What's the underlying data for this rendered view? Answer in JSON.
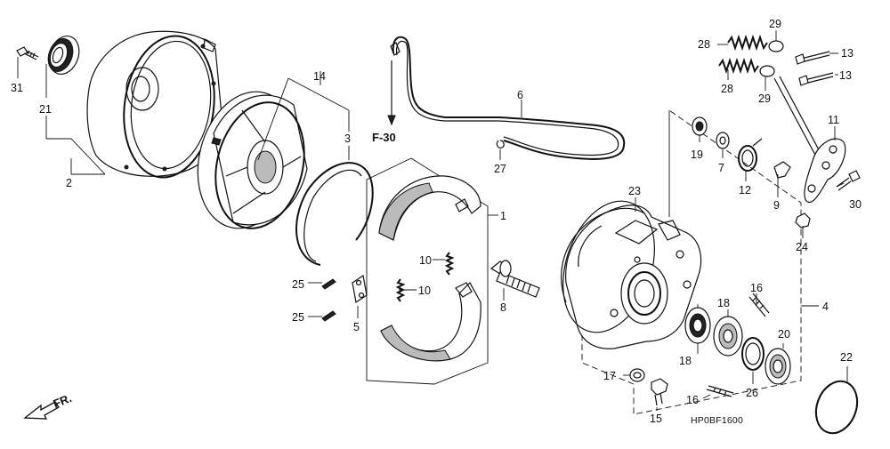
{
  "diagram": {
    "direction_label": "FR.",
    "reference_label": "F-30",
    "figure_code": "HP0BF1600",
    "parts": [
      {
        "num": "31"
      },
      {
        "num": "21"
      },
      {
        "num": "2"
      },
      {
        "num": "14"
      },
      {
        "num": "3"
      },
      {
        "num": "25"
      },
      {
        "num": "25"
      },
      {
        "num": "5"
      },
      {
        "num": "1"
      },
      {
        "num": "10"
      },
      {
        "num": "10"
      },
      {
        "num": "8"
      },
      {
        "num": "6"
      },
      {
        "num": "27"
      },
      {
        "num": "23"
      },
      {
        "num": "28"
      },
      {
        "num": "28"
      },
      {
        "num": "29"
      },
      {
        "num": "29"
      },
      {
        "num": "13"
      },
      {
        "num": "13"
      },
      {
        "num": "11"
      },
      {
        "num": "19"
      },
      {
        "num": "7"
      },
      {
        "num": "12"
      },
      {
        "num": "9"
      },
      {
        "num": "30"
      },
      {
        "num": "24"
      },
      {
        "num": "4"
      },
      {
        "num": "16"
      },
      {
        "num": "16"
      },
      {
        "num": "18"
      },
      {
        "num": "18"
      },
      {
        "num": "20"
      },
      {
        "num": "26"
      },
      {
        "num": "17"
      },
      {
        "num": "15"
      },
      {
        "num": "22"
      }
    ]
  }
}
